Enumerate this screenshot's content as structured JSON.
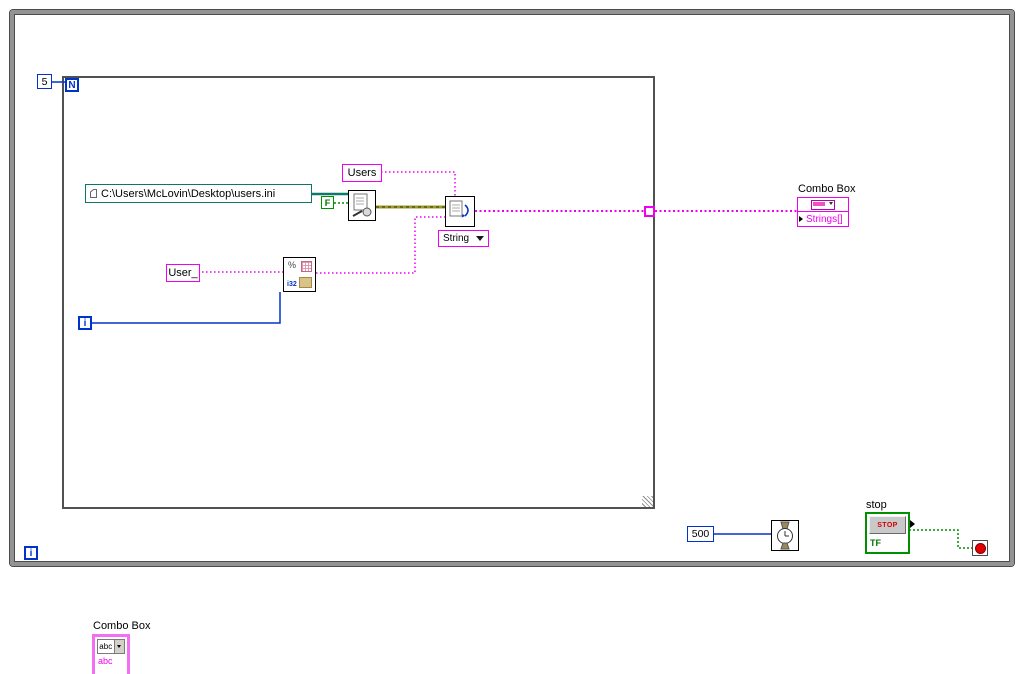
{
  "for_loop": {
    "count_constant": "5",
    "count_terminal": "N",
    "iteration_terminal": "i"
  },
  "while_loop": {
    "iteration_terminal": "i"
  },
  "file_section": {
    "path_constant": "C:\\Users\\McLovin\\Desktop\\users.ini",
    "create_if_necessary_constant": "F",
    "section_name_constant": "Users",
    "key_prefix_constant": "User_",
    "read_key_type": "String"
  },
  "format_node": {
    "percent_label": "%",
    "i32_label": "i32"
  },
  "combo_property_node": {
    "owner_label": "Combo Box",
    "property_label": "Strings[]"
  },
  "timing": {
    "wait_ms_constant": "500"
  },
  "stop_control": {
    "label": "stop",
    "button_text": "STOP",
    "type_text": "TF"
  },
  "combo_box_control": {
    "label": "Combo Box",
    "value_text": "abc"
  },
  "icons": {
    "open_config": "config-file-icon",
    "read_key": "read-key-icon",
    "wait": "wristwatch-icon",
    "conditional": "stop-sign-icon",
    "combo": "combo-box-icon",
    "path": "path-symbol-icon"
  },
  "colors": {
    "string_wire": "#f000f0",
    "numeric_wire": "#0033cc",
    "boolean_wire": "#009000",
    "path_wire": "#0c7a6a",
    "refnum_wire": "#9a9a28",
    "loop_border": "#939393",
    "stop_red": "#d40000"
  }
}
